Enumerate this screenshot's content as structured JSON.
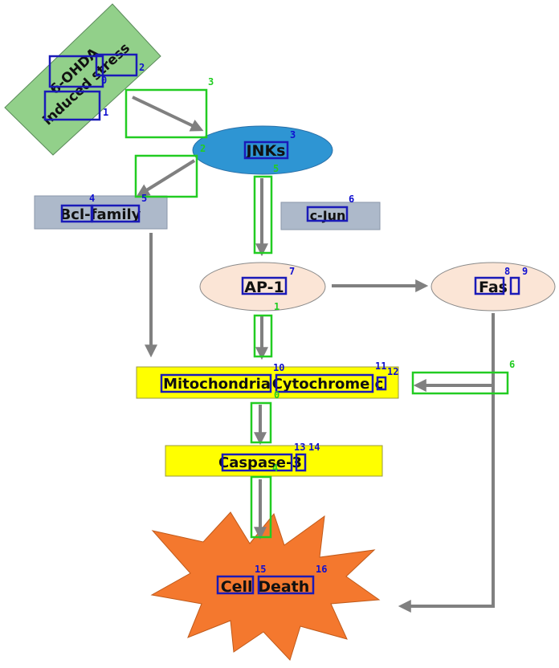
{
  "colors": {
    "stress_fill": "#92d08a",
    "jnk_fill": "#2e95d3",
    "gray_fill": "#adb9ca",
    "peach_fill": "#fbe5d6",
    "yellow_fill": "#ffff00",
    "death_fill": "#f4782e",
    "arrow": "#808080",
    "ocr_box": "#1a1ab8",
    "arrow_box": "#22cc22"
  },
  "nodes": {
    "stress_line1": "6-OHDA",
    "stress_line2": "induced stress",
    "jnks": "JNKs",
    "bcl": "Bcl-family",
    "cjun": "c-Jun",
    "ap1": "AP-1",
    "fas": "Fas",
    "mito": "Mitochondria",
    "cyto": "Cytochrome c",
    "caspase": "Caspase-3",
    "death": "Cell Death"
  },
  "ocr_labels": [
    "0",
    "1",
    "2",
    "3",
    "4",
    "5",
    "6",
    "7",
    "8",
    "9",
    "10",
    "11",
    "12",
    "13",
    "14",
    "15",
    "16"
  ],
  "arrow_labels": [
    "0",
    "1",
    "2",
    "3",
    "4",
    "5",
    "6"
  ]
}
